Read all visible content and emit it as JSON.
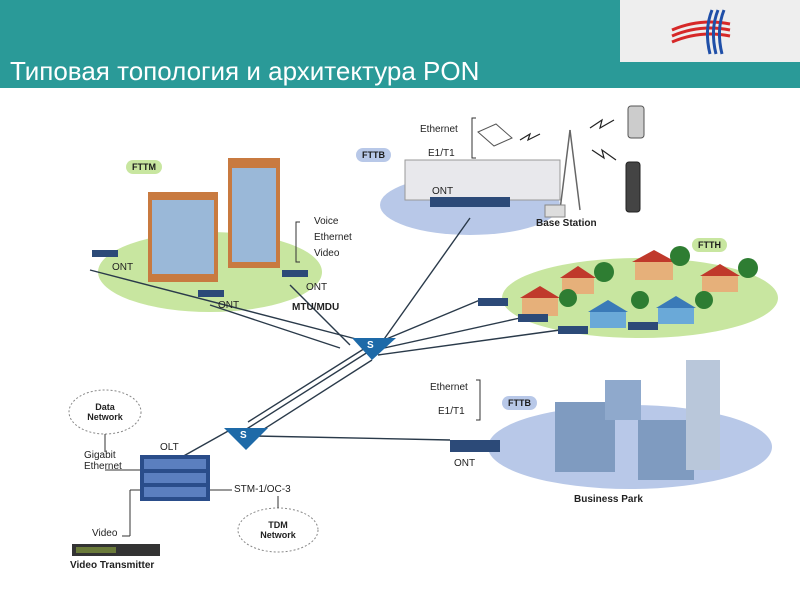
{
  "header": {
    "title": "Типовая топология и архитектура PON"
  },
  "colors": {
    "header": "#2a9a98",
    "ground": "#c8e6a0",
    "splitter": "#1e6aa8"
  },
  "nodes": {
    "fttm": "FTTM",
    "fttb_top": "FTTB",
    "ftth": "FTTH",
    "fttb_bottom": "FTTB",
    "ont_fttm_left": "ONT",
    "ont_fttm_mid": "ONT",
    "ont_fttm_right": "ONT",
    "mtu_mdu": "MTU/MDU",
    "voice": "Voice",
    "ethernet_fttm": "Ethernet",
    "video_fttm": "Video",
    "ethernet_base": "Ethernet",
    "e1_base": "E1/T1",
    "ont_base": "ONT",
    "base_station": "Base Station",
    "ethernet_biz": "Ethernet",
    "e1_biz": "E1/T1",
    "ont_biz": "ONT",
    "business_park": "Business Park",
    "splitter_1": "S",
    "splitter_2": "S",
    "data_network": "Data Network",
    "gigabit_ethernet": "Gigabit Ethernet",
    "olt": "OLT",
    "stm": "STM-1/OC-3",
    "tdm_network": "TDM Network",
    "video": "Video",
    "video_transmitter": "Video Transmitter"
  }
}
